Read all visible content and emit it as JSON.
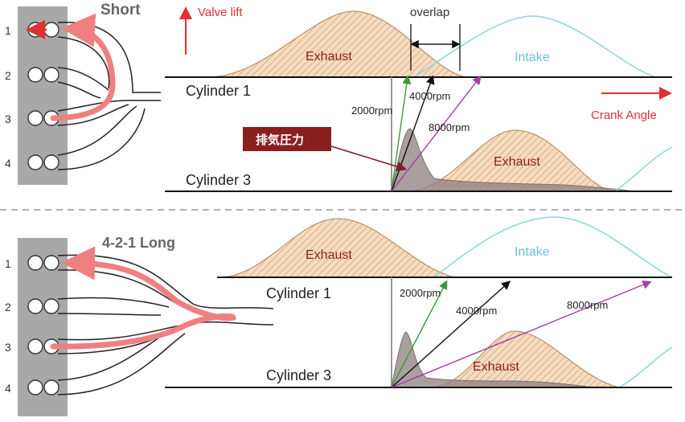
{
  "top": {
    "title": "Short",
    "valve_lift_label": "Valve lift",
    "crank_angle_label": "Crank Angle",
    "overlap_label": "overlap",
    "cylinder1_label": "Cylinder 1",
    "cylinder3_label": "Cylinder 3",
    "exhaust1_label": "Exhaust",
    "intake_label": "Intake",
    "exhaust3_label": "Exhaust",
    "rpm_2000": "2000rpm",
    "rpm_4000": "4000rpm",
    "rpm_8000": "8000rpm",
    "pressure_label": "排気圧力"
  },
  "bottom": {
    "title": "4-2-1 Long",
    "cylinder1_label": "Cylinder 1",
    "cylinder3_label": "Cylinder 3",
    "exhaust1_label": "Exhaust",
    "intake_label": "Intake",
    "exhaust3_label": "Exhaust",
    "rpm_2000": "2000rpm",
    "rpm_4000": "4000rpm",
    "rpm_8000": "8000rpm"
  },
  "cylinder_numbers": [
    "1",
    "2",
    "3",
    "4"
  ],
  "colors": {
    "flow_arrow": "#f07f7f",
    "red_label": "#e23030",
    "exhaust_fill": "#f6dcc0",
    "exhaust_hatch": "#c79a6a",
    "intake_curve": "#8fd3dc",
    "pressure_box": "#8b1e1e",
    "arrow_2000": "#3a9a3a",
    "arrow_4000": "#111111",
    "arrow_8000": "#a23fa8"
  }
}
